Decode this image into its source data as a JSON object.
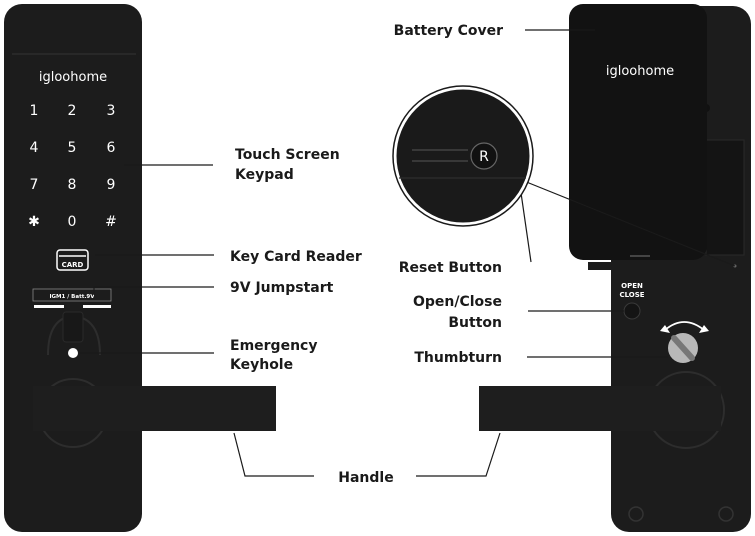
{
  "front_lock": {
    "brand": "igloohome",
    "keypad_keys": [
      "1",
      "2",
      "3",
      "4",
      "5",
      "6",
      "7",
      "8",
      "9",
      "✱",
      "0",
      "#"
    ],
    "card_label": "CARD",
    "jumpstart_label": "IGM1 / Batt.9V"
  },
  "back_lock": {
    "brand": "igloohome",
    "reset_key": "R",
    "open_close_label": [
      "OPEN",
      "CLOSE"
    ]
  },
  "callouts": {
    "touch_screen_keypad": [
      "Touch Screen",
      "Keypad"
    ],
    "key_card_reader": "Key Card Reader",
    "jumpstart_9v": "9V Jumpstart",
    "emergency_keyhole": [
      "Emergency",
      "Keyhole"
    ],
    "handle": "Handle",
    "battery_cover": "Battery Cover",
    "reset_button": "Reset Button",
    "open_close_button": [
      "Open/Close",
      "Button"
    ],
    "thumbturn": "Thumbturn"
  }
}
